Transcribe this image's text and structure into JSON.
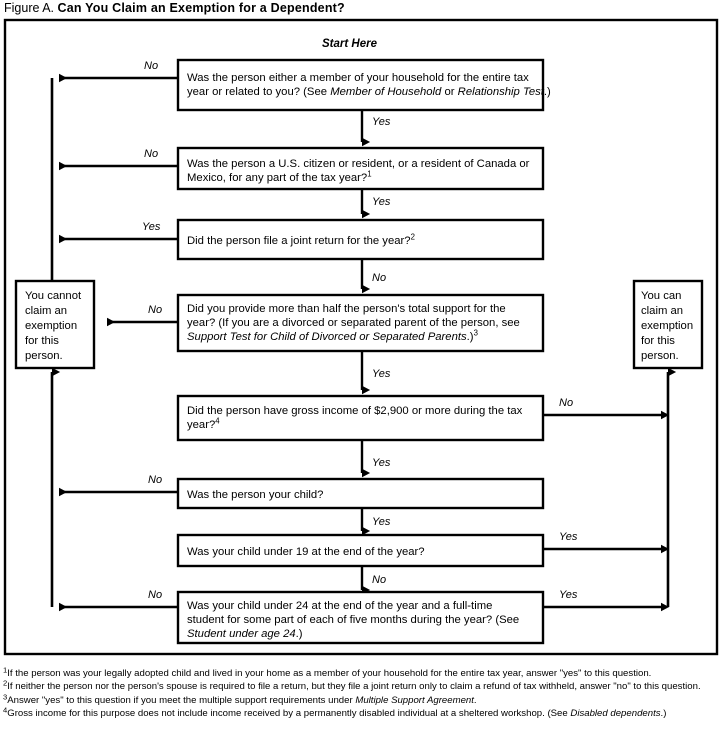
{
  "figure": {
    "label": "Figure A.",
    "title": "Can You Claim an Exemption for a Dependent?"
  },
  "start_label": "Start Here",
  "colors": {
    "ink": "#000000",
    "paper": "#ffffff"
  },
  "boxes": [
    {
      "id": "q1",
      "line1": "Was the person either a member of your household for the entire tax",
      "line2_a": "year or related to you? (See ",
      "line2_it1": "Member of Household",
      "line2_b": " or ",
      "line2_it2": "Relationship Test",
      "line2_c": ".)"
    },
    {
      "id": "q2",
      "line1": "Was the person a U.S. citizen or resident, or a resident of Canada or",
      "line2_a": "Mexico, for any part of the tax year?",
      "footnote_ref": "1"
    },
    {
      "id": "q3",
      "line1": "Did the person file a joint return for the year?",
      "footnote_ref": "2"
    },
    {
      "id": "q4",
      "line1": "Did you provide more than half the person's total support for the",
      "line2": "year? (If you are a divorced or separated parent of the person, see",
      "line3_it": "Support Test for Child of Divorced or Separated Parents",
      "line3_b": ".)",
      "footnote_ref": "3"
    },
    {
      "id": "q5",
      "line1": "Did the person have gross income of $2,900 or more during the tax",
      "line2_a": "year?",
      "footnote_ref": "4"
    },
    {
      "id": "q6",
      "line1": "Was the person your child?"
    },
    {
      "id": "q7",
      "line1": "Was your child under 19 at the end of the year?"
    },
    {
      "id": "q8",
      "line1": "Was your child under 24 at the end of the year and a full-time",
      "line2": "student for some part of each of five months during the year? (See",
      "line3_it": "Student under age 24",
      "line3_b": ".)"
    }
  ],
  "outcomes": {
    "cannot": [
      "You cannot",
      "claim an",
      "exemption",
      "for this",
      "person."
    ],
    "can": [
      "You can",
      "claim an",
      "exemption",
      "for this",
      "person."
    ]
  },
  "edge_labels": {
    "q1_no": "No",
    "q1_yes": "Yes",
    "q2_no": "No",
    "q2_yes": "Yes",
    "q3_yes": "Yes",
    "q3_no": "No",
    "q4_no": "No",
    "q4_yes": "Yes",
    "q5_no": "No",
    "q5_yes": "Yes",
    "q6_no": "No",
    "q6_yes": "Yes",
    "q7_yes": "Yes",
    "q7_no": "No",
    "q8_no": "No",
    "q8_yes": "Yes"
  },
  "footnotes": [
    {
      "num": "1",
      "text": "If the person was your legally adopted child and lived in your home as a member of your household for the entire tax year, answer \"yes\" to this question."
    },
    {
      "num": "2",
      "text": "If neither the person nor the person's spouse is required to file a return, but they file a joint return only to claim a refund of tax withheld, answer \"no\" to this question."
    },
    {
      "num": "3",
      "text_a": "Answer \"yes\" to this question if you meet the multiple support requirements under ",
      "text_it": "Multiple Support Agreement",
      "text_b": "."
    },
    {
      "num": "4",
      "text_a": "Gross income for this purpose does not include income received by a permanently disabled individual at a sheltered workshop. (See ",
      "text_it": "Disabled dependents",
      "text_b": ".)"
    }
  ]
}
